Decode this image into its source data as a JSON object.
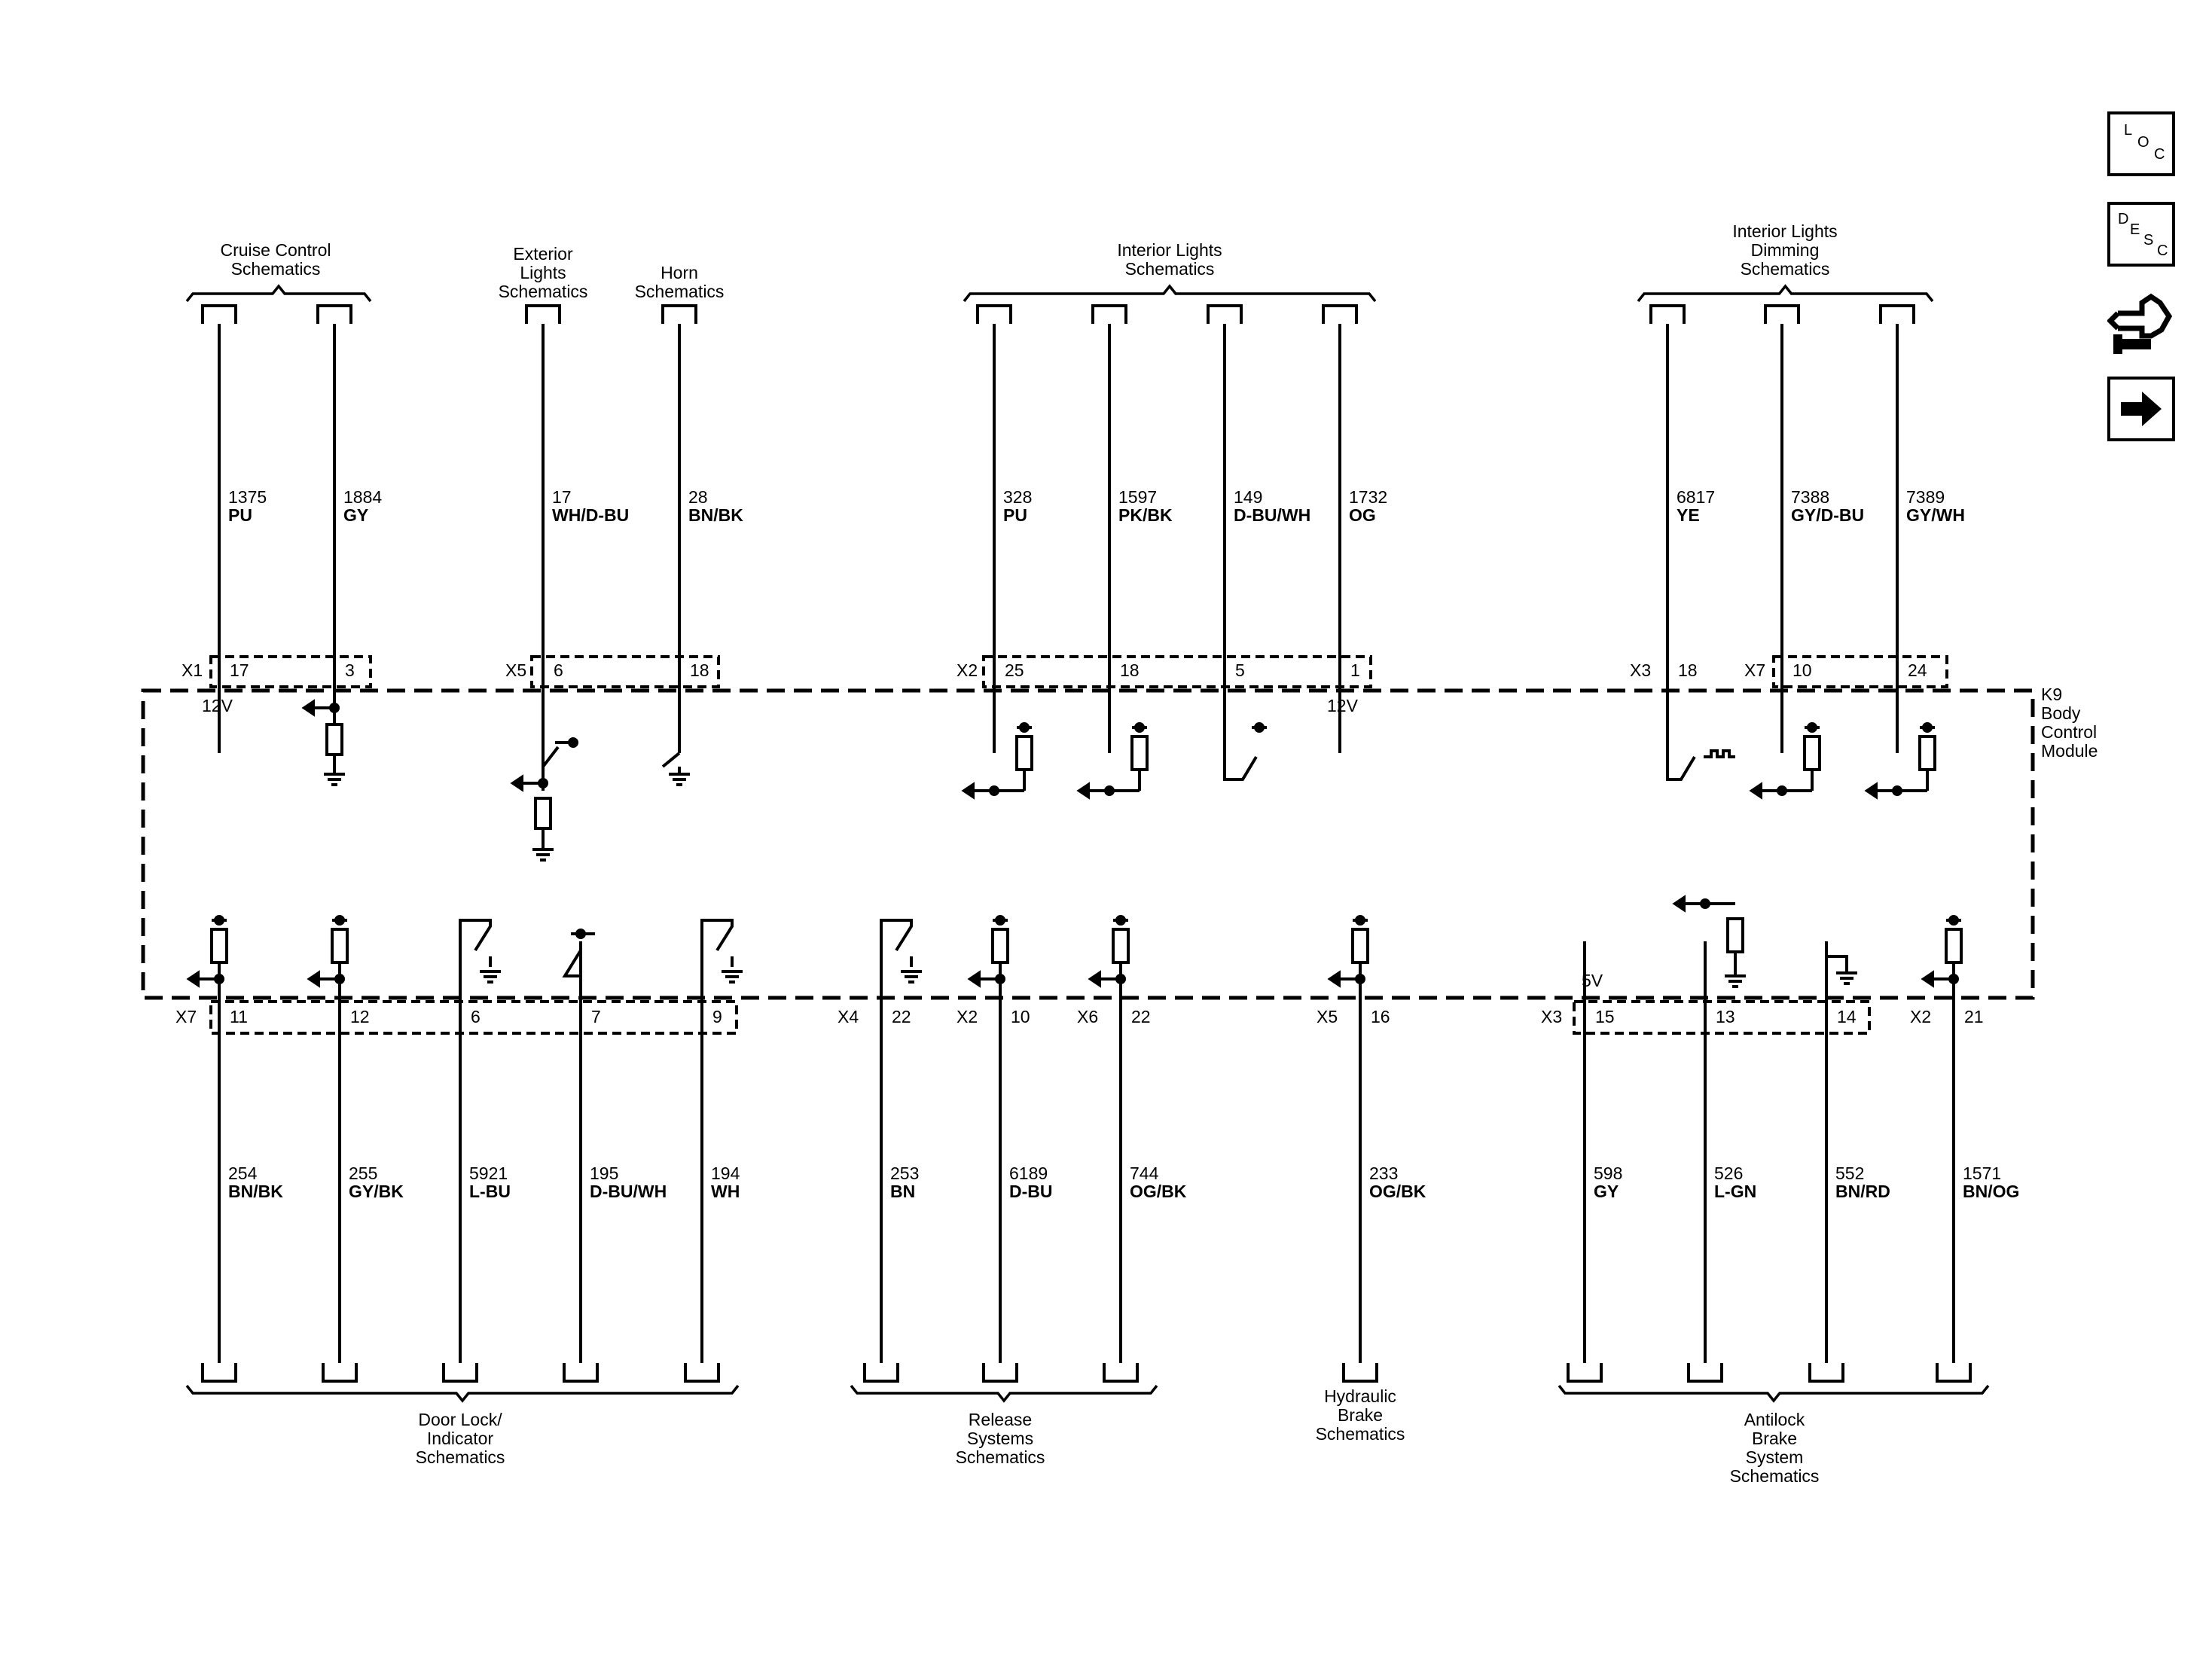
{
  "module": {
    "line1": "K9",
    "line2": "Body",
    "line3": "Control",
    "line4": "Module"
  },
  "top_groups": [
    {
      "lines": [
        "Cruise Control",
        "Schematics"
      ]
    },
    {
      "lines": [
        "Exterior",
        "Lights",
        "Schematics"
      ]
    },
    {
      "lines": [
        "Horn",
        "Schematics"
      ]
    },
    {
      "lines": [
        "Interior Lights",
        "Schematics"
      ]
    },
    {
      "lines": [
        "Interior Lights",
        "Dimming",
        "Schematics"
      ]
    }
  ],
  "bottom_groups": [
    {
      "lines": [
        "Door Lock/",
        "Indicator",
        "Schematics"
      ]
    },
    {
      "lines": [
        "Release",
        "Systems",
        "Schematics"
      ]
    },
    {
      "lines": [
        "Hydraulic",
        "Brake",
        "Schematics"
      ]
    },
    {
      "lines": [
        "Antilock",
        "Brake",
        "System",
        "Schematics"
      ]
    }
  ],
  "top_wires": [
    {
      "circuit": "1375",
      "color": "PU",
      "connector": "X1",
      "pin": "17"
    },
    {
      "circuit": "1884",
      "color": "GY",
      "connector": "",
      "pin": "3"
    },
    {
      "circuit": "17",
      "color": "WH/D-BU",
      "connector": "X5",
      "pin": "6"
    },
    {
      "circuit": "28",
      "color": "BN/BK",
      "connector": "",
      "pin": "18"
    },
    {
      "circuit": "328",
      "color": "PU",
      "connector": "X2",
      "pin": "25"
    },
    {
      "circuit": "1597",
      "color": "PK/BK",
      "connector": "",
      "pin": "18"
    },
    {
      "circuit": "149",
      "color": "D-BU/WH",
      "connector": "",
      "pin": "5"
    },
    {
      "circuit": "1732",
      "color": "OG",
      "connector": "",
      "pin": "1"
    },
    {
      "circuit": "6817",
      "color": "YE",
      "connector": "X3",
      "pin": "18"
    },
    {
      "circuit": "7388",
      "color": "GY/D-BU",
      "connector": "X7",
      "pin": "10"
    },
    {
      "circuit": "7389",
      "color": "GY/WH",
      "connector": "",
      "pin": "24"
    }
  ],
  "bottom_wires": [
    {
      "circuit": "254",
      "color": "BN/BK",
      "connector": "X7",
      "pin": "11"
    },
    {
      "circuit": "255",
      "color": "GY/BK",
      "connector": "",
      "pin": "12"
    },
    {
      "circuit": "5921",
      "color": "L-BU",
      "connector": "",
      "pin": "6"
    },
    {
      "circuit": "195",
      "color": "D-BU/WH",
      "connector": "",
      "pin": "7"
    },
    {
      "circuit": "194",
      "color": "WH",
      "connector": "",
      "pin": "9"
    },
    {
      "circuit": "253",
      "color": "BN",
      "connector": "X4",
      "pin": "22"
    },
    {
      "circuit": "6189",
      "color": "D-BU",
      "connector": "X2",
      "pin": "10"
    },
    {
      "circuit": "744",
      "color": "OG/BK",
      "connector": "X6",
      "pin": "22"
    },
    {
      "circuit": "233",
      "color": "OG/BK",
      "connector": "X5",
      "pin": "16"
    },
    {
      "circuit": "598",
      "color": "GY",
      "connector": "X3",
      "pin": "15"
    },
    {
      "circuit": "526",
      "color": "L-GN",
      "connector": "",
      "pin": "13"
    },
    {
      "circuit": "552",
      "color": "BN/RD",
      "connector": "",
      "pin": "14"
    },
    {
      "circuit": "1571",
      "color": "BN/OG",
      "connector": "X2",
      "pin": "21"
    }
  ],
  "voltage_labels": {
    "x1_17": "12V",
    "x2_1": "12V",
    "x3_15": "5V"
  },
  "side_buttons": {
    "loc": [
      "L",
      "O",
      "C"
    ],
    "desc": [
      "D",
      "E",
      "S",
      "C"
    ],
    "connector_icon": "connector-icon",
    "next_icon": "arrow-right-icon"
  }
}
